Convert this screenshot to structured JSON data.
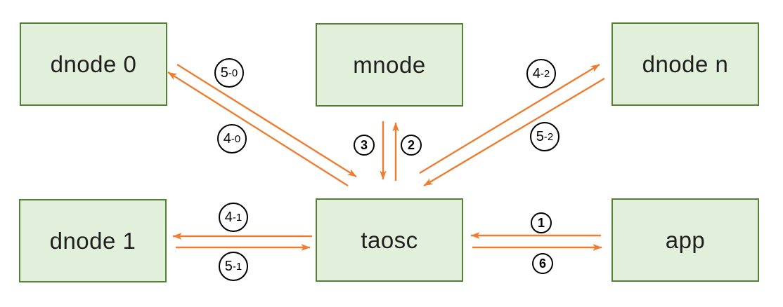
{
  "diagram": {
    "description": "TDengine-style architecture diagram: taosc client coordinating app, mnode and dnodes",
    "colors": {
      "node_fill": "#e2efda",
      "node_border": "#548235",
      "arrow": "#ed7d31",
      "badge_border": "#000000",
      "text": "#1f1f1f",
      "background": "#ffffff"
    },
    "nodes": [
      {
        "id": "dnode0",
        "label": "dnode 0"
      },
      {
        "id": "mnode",
        "label": "mnode"
      },
      {
        "id": "dnoden",
        "label": "dnode n"
      },
      {
        "id": "dnode1",
        "label": "dnode 1"
      },
      {
        "id": "taosc",
        "label": "taosc"
      },
      {
        "id": "app",
        "label": "app"
      }
    ],
    "edges": [
      {
        "label": "5-0",
        "main": "5",
        "suffix": "-0",
        "from": "dnode 0",
        "to": "taosc"
      },
      {
        "label": "4-0",
        "main": "4",
        "suffix": "-0",
        "from": "taosc",
        "to": "dnode 0"
      },
      {
        "label": "3",
        "from": "mnode",
        "to": "taosc"
      },
      {
        "label": "2",
        "from": "taosc",
        "to": "mnode"
      },
      {
        "label": "4-2",
        "main": "4",
        "suffix": "-2",
        "from": "taosc",
        "to": "dnode n"
      },
      {
        "label": "5-2",
        "main": "5",
        "suffix": "-2",
        "from": "dnode n",
        "to": "taosc"
      },
      {
        "label": "4-1",
        "main": "4",
        "suffix": "-1",
        "from": "taosc",
        "to": "dnode 1"
      },
      {
        "label": "5-1",
        "main": "5",
        "suffix": "-1",
        "from": "dnode 1",
        "to": "taosc"
      },
      {
        "label": "1",
        "from": "app",
        "to": "taosc"
      },
      {
        "label": "6",
        "from": "taosc",
        "to": "app"
      }
    ]
  }
}
